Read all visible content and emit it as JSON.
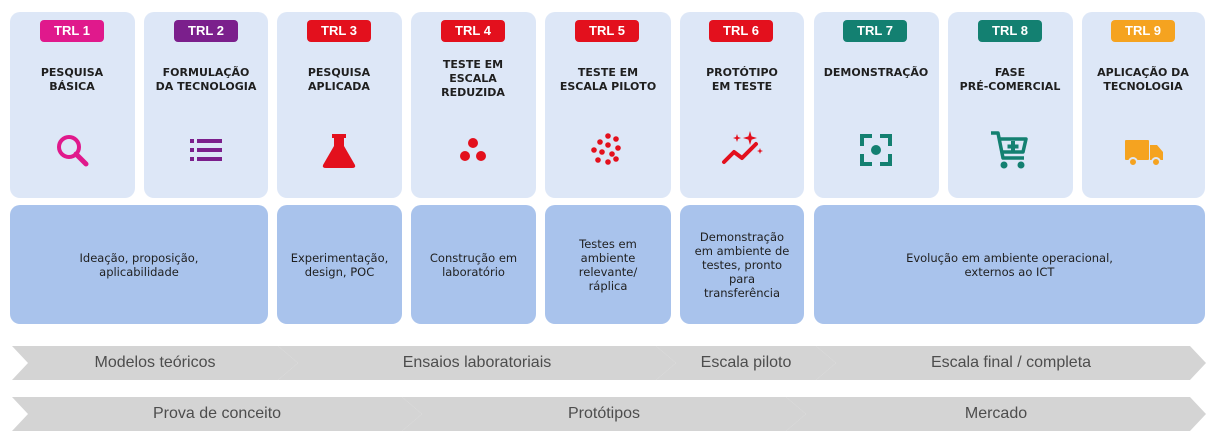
{
  "stages": [
    {
      "badge": "TRL 1",
      "title": "PESQUISA\nBÁSICA",
      "icon": "magnifier-icon",
      "color": "#e0198c"
    },
    {
      "badge": "TRL 2",
      "title": "FORMULAÇÃO\nDA TECNOLOGIA",
      "icon": "list-icon",
      "color": "#7b1f8c"
    },
    {
      "badge": "TRL 3",
      "title": "PESQUISA\nAPLICADA",
      "icon": "flask-icon",
      "color": "#e3101d"
    },
    {
      "badge": "TRL 4",
      "title": "TESTE EM\nESCALA\nREDUZIDA",
      "icon": "three-dots-icon",
      "color": "#e3101d"
    },
    {
      "badge": "TRL 5",
      "title": "TESTE EM\nESCALA PILOTO",
      "icon": "dots-cluster-icon",
      "color": "#e3101d"
    },
    {
      "badge": "TRL 6",
      "title": "PROTÓTIPO\nEM TESTE",
      "icon": "sparkle-chart-icon",
      "color": "#e3101d"
    },
    {
      "badge": "TRL 7",
      "title": "DEMONSTRAÇÃO",
      "icon": "focus-icon",
      "color": "#138071"
    },
    {
      "badge": "TRL 8",
      "title": "FASE\nPRÉ-COMERCIAL",
      "icon": "cart-add-icon",
      "color": "#138071"
    },
    {
      "badge": "TRL 9",
      "title": "APLICAÇÃO DA\nTECNOLOGIA",
      "icon": "truck-icon",
      "color": "#f5a320"
    }
  ],
  "descriptions": [
    "Ideação, proposição,\naplicabilidade",
    "Experimentação,\ndesign, POC",
    "Construção em\nlaboratório",
    "Testes em\nambiente\nrelevante/\nráplica",
    "Demonstração\nem ambiente de\ntestes, pronto\npara\ntransferência",
    "Evolução em ambiente operacional,\nexternos ao ICT"
  ],
  "scale_row": [
    "Modelos teóricos",
    "Ensaios laboratoriais",
    "Escala piloto",
    "Escala final / completa"
  ],
  "maturity_row": [
    "Prova de conceito",
    "Protótipos",
    "Mercado"
  ]
}
